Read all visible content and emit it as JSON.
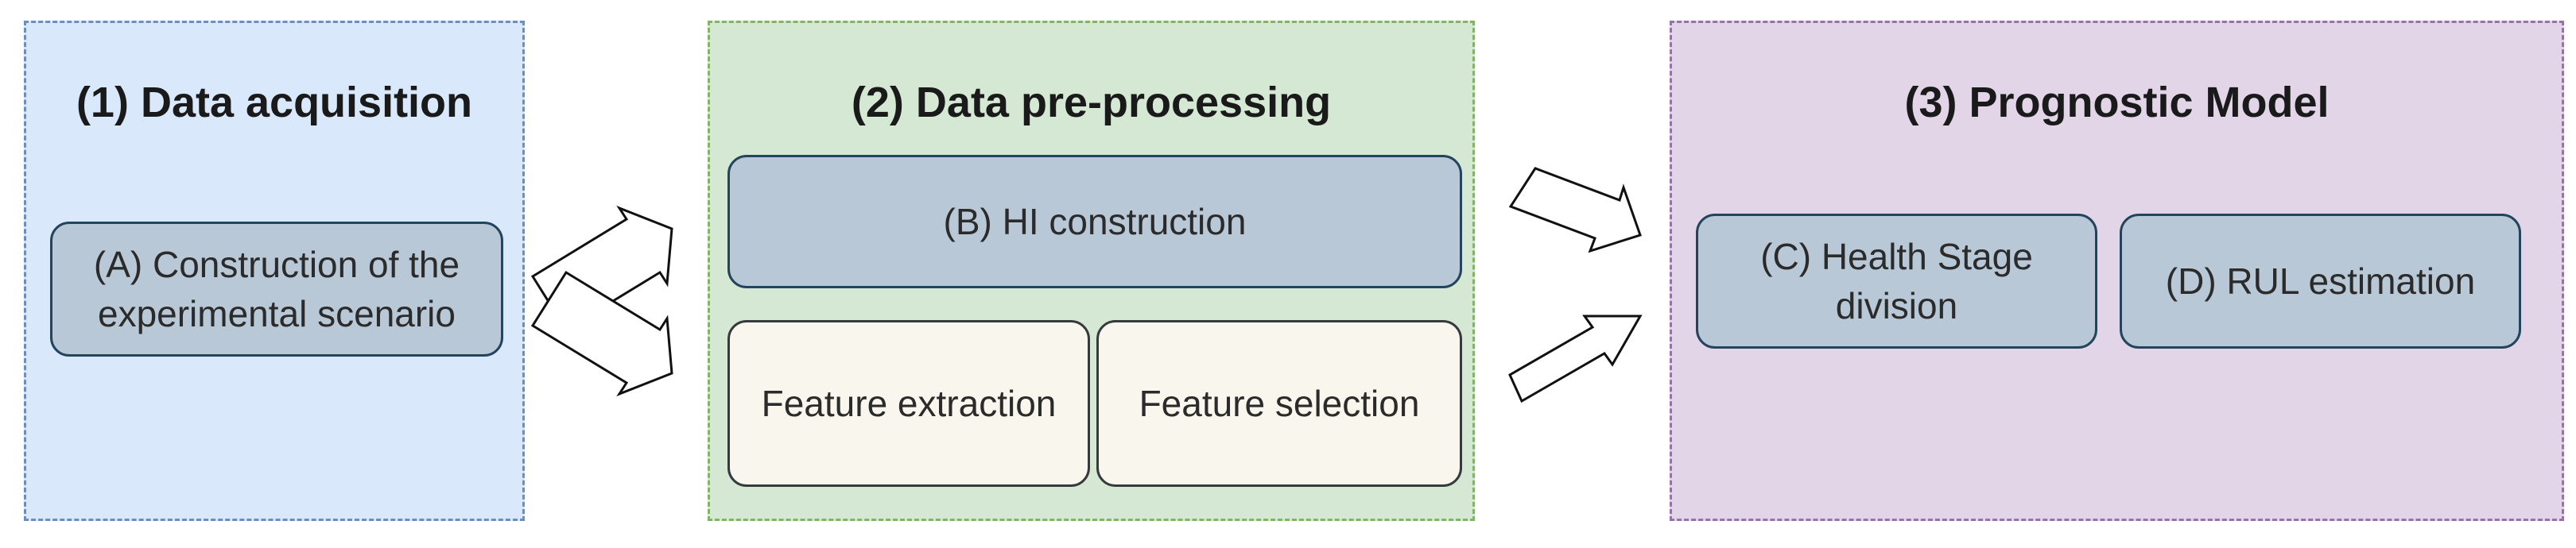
{
  "stages": {
    "acquisition": {
      "title": "(1) Data acquisition",
      "box_a": "(A) Construction of the experimental scenario"
    },
    "preprocessing": {
      "title": "(2) Data pre-processing",
      "box_b": "(B) HI construction",
      "feature_extraction": "Feature extraction",
      "feature_selection": "Feature selection"
    },
    "prognostic": {
      "title": "(3) Prognostic Model",
      "box_c": "(C) Health Stage division",
      "box_d": "(D) RUL estimation"
    }
  },
  "colors": {
    "acquisition_fill": "#dae8fc",
    "acquisition_border": "#6c8ebf",
    "preprocessing_fill": "#d5e8d4",
    "preprocessing_border": "#82b366",
    "prognostic_fill": "#e1d5e7",
    "prognostic_border": "#9673a6",
    "process_box_fill": "#b9c8d6",
    "feature_box_fill": "#f9f7ed"
  }
}
